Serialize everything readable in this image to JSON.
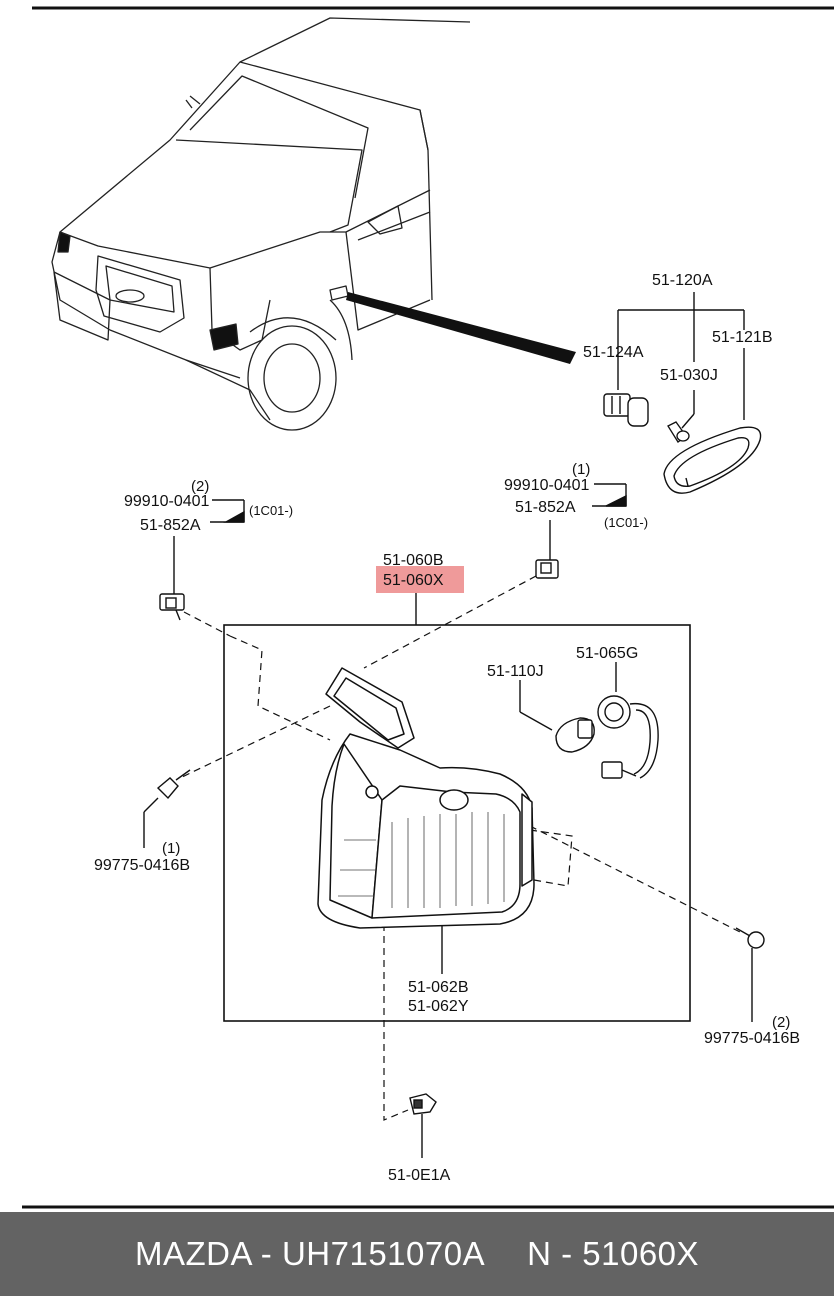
{
  "labels": {
    "p_51_120A": "51-120A",
    "p_51_124A": "51-124A",
    "p_51_121B": "51-121B",
    "p_51_030J": "51-030J",
    "p_99910_0401_left": "99910-0401",
    "p_99910_0401_left_qty": "(2)",
    "p_51_852A_left": "51-852A",
    "p_1C01_left": "(1C01-)",
    "p_99910_0401_right": "99910-0401",
    "p_99910_0401_right_qty": "(1)",
    "p_51_852A_right": "51-852A",
    "p_1C01_right": "(1C01-)",
    "p_51_060B": "51-060B",
    "p_51_060X": "51-060X",
    "p_51_110J": "51-110J",
    "p_51_065G": "51-065G",
    "p_99775_0416B_left": "99775-0416B",
    "p_99775_0416B_left_qty": "(1)",
    "p_51_062B": "51-062B",
    "p_51_062Y": "51-062Y",
    "p_99775_0416B_right": "99775-0416B",
    "p_99775_0416B_right_qty": "(2)",
    "p_51_0E1A": "51-0E1A"
  },
  "highlight_color": "#ef9a9a",
  "footer": {
    "part": "MAZDA - UH7151070A",
    "code": "N - 51060X"
  }
}
